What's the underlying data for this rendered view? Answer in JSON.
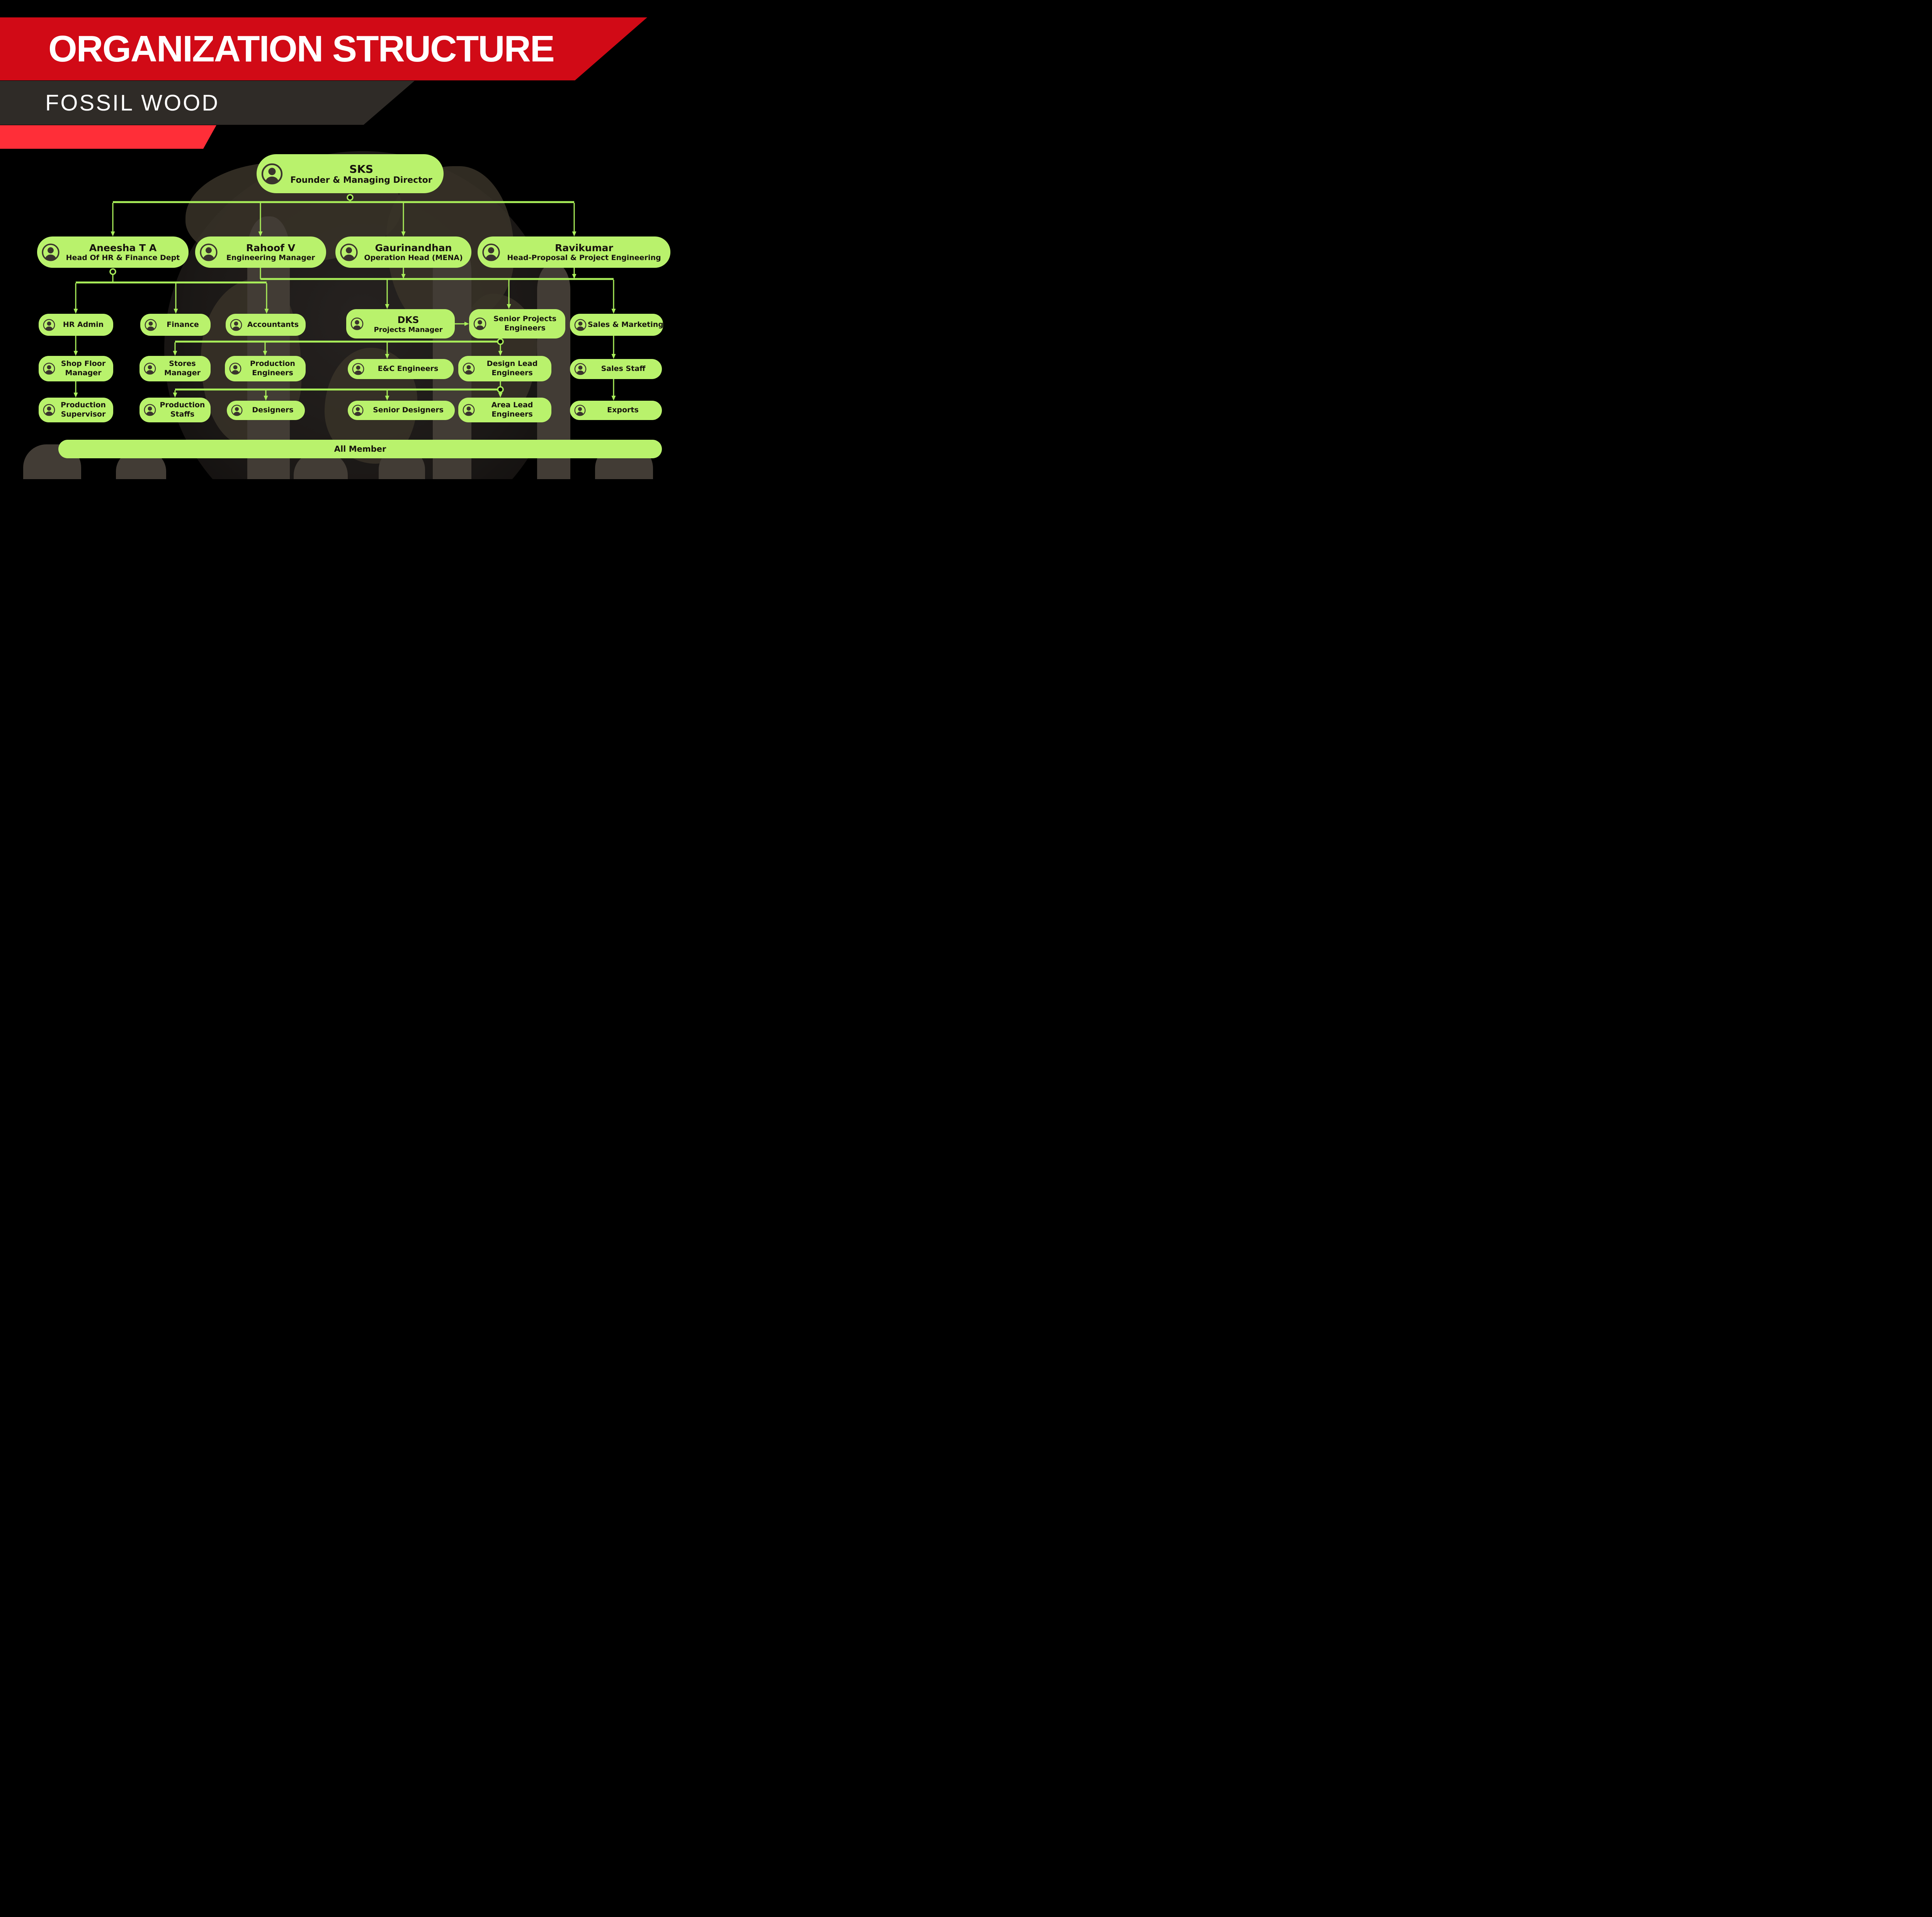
{
  "poster": {
    "title": "ORGANIZATION STRUCTURE",
    "company": "FOSSIL WOOD",
    "footer_band": "All Member",
    "colors": {
      "node_green": "#b9f26c",
      "line_green": "#a9ef59",
      "title_band_red": "#d10a16",
      "stripe_red": "#ff2e38",
      "subtitle_band_gray": "#2f2b27",
      "background": "#000000",
      "node_text": "#16120d",
      "banner_text": "#ffffff"
    },
    "icons": {
      "node_icon": "person-avatar-icon"
    }
  },
  "chart": {
    "type": "org-tree",
    "nodes": {
      "sks": {
        "name": "SKS",
        "title": "Founder & Managing Director"
      },
      "aneesha": {
        "name": "Aneesha T A",
        "title": "Head Of HR & Finance Dept"
      },
      "rahoof": {
        "name": "Rahoof V",
        "title": "Engineering Manager"
      },
      "gaurinandhan": {
        "name": "Gaurinandhan",
        "title": "Operation Head (MENA)"
      },
      "ravikumar": {
        "name": "Ravikumar",
        "title": "Head-Proposal & Project Engineering"
      },
      "hr_admin": {
        "name": "HR Admin"
      },
      "finance": {
        "name": "Finance"
      },
      "accountants": {
        "name": "Accountants"
      },
      "dks": {
        "name": "DKS",
        "title": "Projects Manager"
      },
      "senior_projects_engineers": {
        "name": "Senior Projects Engineers"
      },
      "sales_marketing": {
        "name": "Sales & Marketing"
      },
      "shop_floor_manager": {
        "name": "Shop Floor Manager"
      },
      "stores_manager": {
        "name": "Stores Manager"
      },
      "production_engineers": {
        "name": "Production Engineers"
      },
      "ec_engineers": {
        "name": "E&C Engineers"
      },
      "design_lead_engineers": {
        "name": "Design Lead Engineers"
      },
      "sales_staff": {
        "name": "Sales Staff"
      },
      "production_supervisor": {
        "name": "Production Supervisor"
      },
      "production_staffs": {
        "name": "Production Staffs"
      },
      "designers": {
        "name": "Designers"
      },
      "senior_designers": {
        "name": "Senior Designers"
      },
      "area_lead_engineers": {
        "name": "Area Lead Engineers"
      },
      "exports": {
        "name": "Exports"
      }
    },
    "edges": [
      [
        "SKS",
        "Aneesha T A"
      ],
      [
        "SKS",
        "Rahoof V"
      ],
      [
        "SKS",
        "Gaurinandhan"
      ],
      [
        "SKS",
        "Ravikumar"
      ],
      [
        "Aneesha T A",
        "HR Admin"
      ],
      [
        "Aneesha T A",
        "Finance"
      ],
      [
        "Aneesha T A",
        "Accountants"
      ],
      [
        "Gaurinandhan",
        "DKS"
      ],
      [
        "DKS",
        "Senior Projects Engineers"
      ],
      [
        "Ravikumar",
        "Sales & Marketing"
      ],
      [
        "HR Admin",
        "Shop Floor Manager"
      ],
      [
        "Rahoof V",
        "Stores Manager"
      ],
      [
        "Rahoof V",
        "Production Engineers"
      ],
      [
        "DKS",
        "E&C Engineers"
      ],
      [
        "Senior Projects Engineers",
        "Design Lead Engineers"
      ],
      [
        "Sales & Marketing",
        "Sales Staff"
      ],
      [
        "Shop Floor Manager",
        "Production Supervisor"
      ],
      [
        "Production Engineers",
        "Production Staffs"
      ],
      [
        "Production Engineers",
        "Designers"
      ],
      [
        "E&C Engineers",
        "Senior Designers"
      ],
      [
        "Design Lead Engineers",
        "Area Lead Engineers"
      ],
      [
        "Sales Staff",
        "Exports"
      ],
      [
        "All Members",
        "All Member"
      ]
    ]
  }
}
